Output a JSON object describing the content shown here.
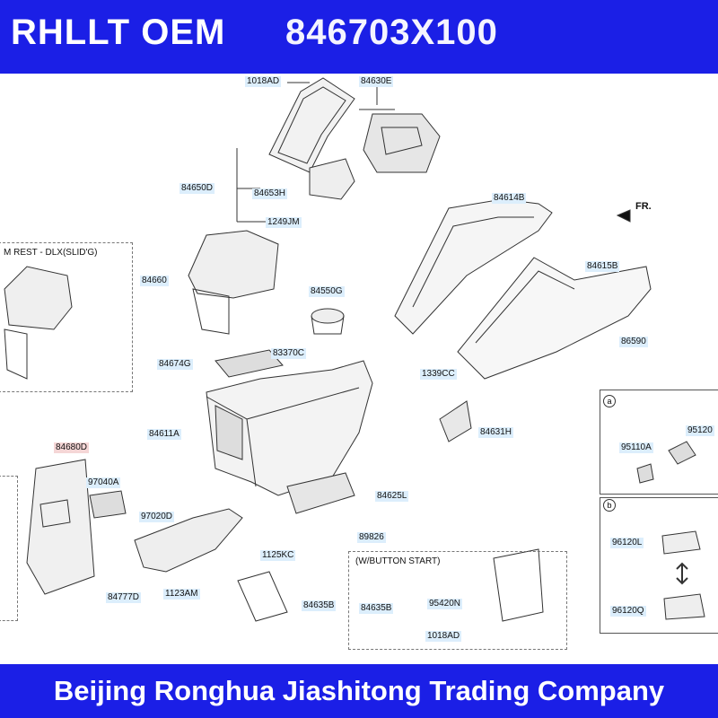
{
  "header": {
    "brand": "RHLLT OEM",
    "part_number": "846703X100"
  },
  "footer": {
    "company": "Beijing Ronghua Jiashitong Trading Company"
  },
  "diagram": {
    "orientation": "FR.",
    "variant_titles": {
      "armrest": "M REST - DLX(SLID'G)",
      "button_start": "(W/BUTTON START)"
    },
    "callouts": {
      "a": "a",
      "b": "b"
    },
    "labels": {
      "l1018ad_top": "1018AD",
      "l84630e": "84630E",
      "l84650d": "84650D",
      "l84653h": "84653H",
      "l1249jm": "1249JM",
      "l84614b": "84614B",
      "l84615b": "84615B",
      "l86590": "86590",
      "l84660": "84660",
      "l84550g": "84550G",
      "l84674g": "84674G",
      "l83370c": "83370C",
      "l1339cc": "1339CC",
      "l84611a": "84611A",
      "l84631h": "84631H",
      "l84680d": "84680D",
      "l97040a": "97040A",
      "l84625l": "84625L",
      "l97020d": "97020D",
      "l89826": "89826",
      "l1125kc": "1125KC",
      "l84777d": "84777D",
      "l1123am": "1123AM",
      "l84635b": "84635B",
      "l84635b_2": "84635B",
      "l95420n": "95420N",
      "l1018ad_bot": "1018AD",
      "l95120": "95120",
      "l95110a": "95110A",
      "l96120l": "96120L",
      "l96120q": "96120Q"
    }
  },
  "colors": {
    "banner": "#1b1fe6",
    "banner_text": "#ffffff",
    "label_bg": "#dceefc",
    "label_highlight": "#f5d6d6"
  }
}
